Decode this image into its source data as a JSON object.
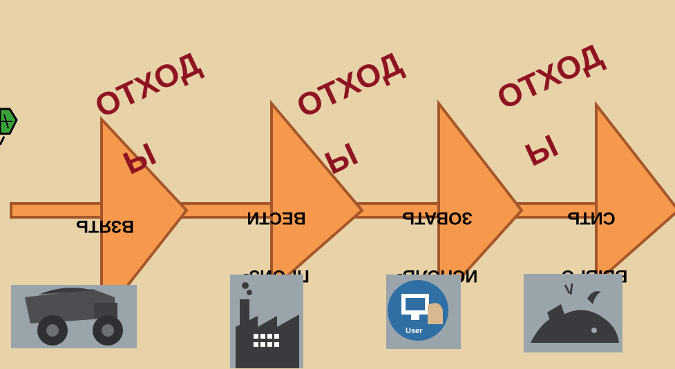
{
  "waste_labels": [
    {
      "line1": "ОТХОД",
      "line2": "Ы"
    },
    {
      "line1": "ОТХОД",
      "line2": "Ы"
    },
    {
      "line1": "ОТХОД",
      "line2": "Ы"
    }
  ],
  "steps": [
    {
      "line1": "ВЗЯТЬ",
      "line2": ""
    },
    {
      "line1": "ПРОИЗ-",
      "line2": "ВЕСТИ"
    },
    {
      "line1": "ИСПОЛЬ-",
      "line2": "ЗОВАТЬ"
    },
    {
      "line1": "ВЫБРО-",
      "line2": "СИТЬ"
    }
  ],
  "icons": {
    "step1": "mining-truck-icon",
    "step2": "factory-icon",
    "step3": "user-computer-icon",
    "step4": "garbage-pile-icon",
    "corner": "green-leaf-icon"
  },
  "user_icon_caption": "User",
  "colors": {
    "background": "#e8d3a8",
    "arrow_fill": "#f6994c",
    "arrow_stroke": "#a5562a",
    "waste_text": "#8e1421",
    "icon_bg": "#9aa4ab"
  }
}
